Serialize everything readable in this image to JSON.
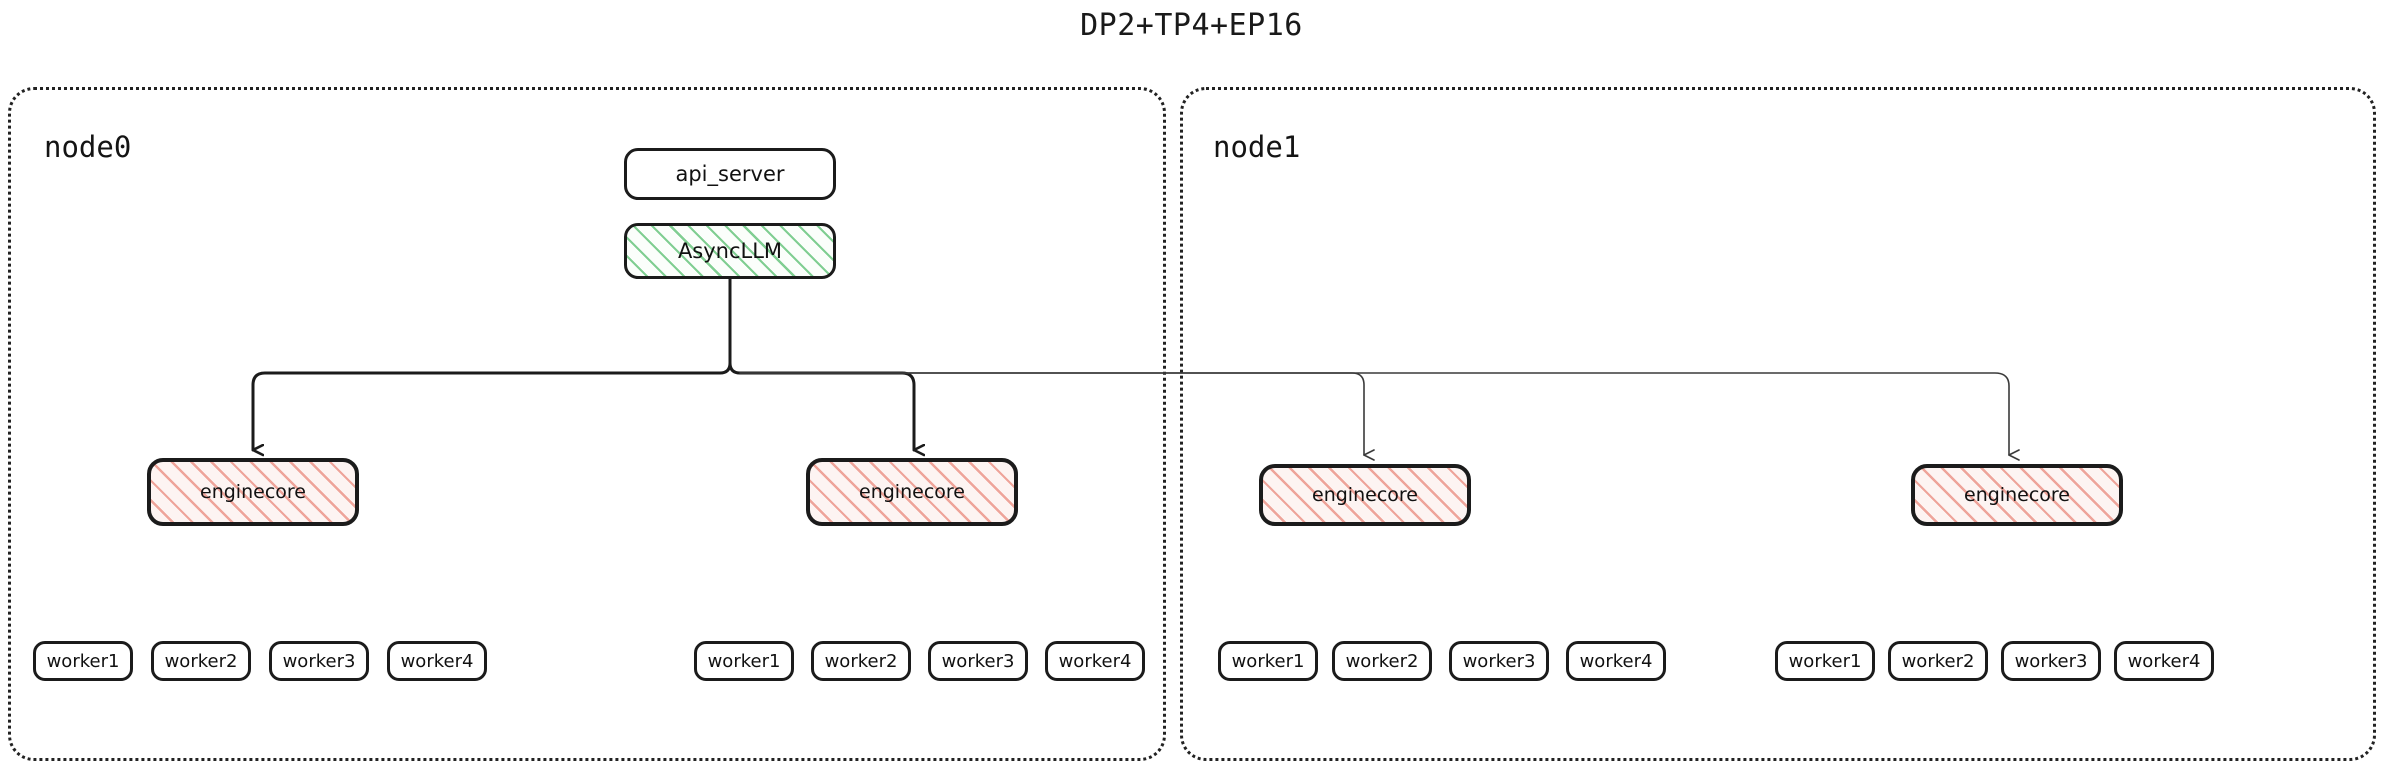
{
  "title": "DP2+TP4+EP16",
  "colors": {
    "ink": "#1b1b1b",
    "node_border": "#222222",
    "async_hatch": "#7acb8c",
    "async_fill": "#fbfefb",
    "enginecore_hatch": "#ec968a",
    "enginecore_fill": "#fdf4f2",
    "box_fill": "#ffffff",
    "edge_strong": "#1b1b1b",
    "edge_light": "#3a3a3a"
  },
  "nodes": [
    {
      "id": "node0",
      "label": "node0",
      "engines": [
        {
          "label": "enginecore",
          "workers": [
            {
              "label": "worker1"
            },
            {
              "label": "worker2"
            },
            {
              "label": "worker3"
            },
            {
              "label": "worker4"
            }
          ]
        },
        {
          "label": "enginecore",
          "workers": [
            {
              "label": "worker1"
            },
            {
              "label": "worker2"
            },
            {
              "label": "worker3"
            },
            {
              "label": "worker4"
            }
          ]
        }
      ]
    },
    {
      "id": "node1",
      "label": "node1",
      "engines": [
        {
          "label": "enginecore",
          "workers": [
            {
              "label": "worker1"
            },
            {
              "label": "worker2"
            },
            {
              "label": "worker3"
            },
            {
              "label": "worker4"
            }
          ]
        },
        {
          "label": "enginecore",
          "workers": [
            {
              "label": "worker1"
            },
            {
              "label": "worker2"
            },
            {
              "label": "worker3"
            },
            {
              "label": "worker4"
            }
          ]
        }
      ]
    }
  ],
  "frontend": {
    "api_server": "api_server",
    "async_llm": "AsyncLLM"
  }
}
